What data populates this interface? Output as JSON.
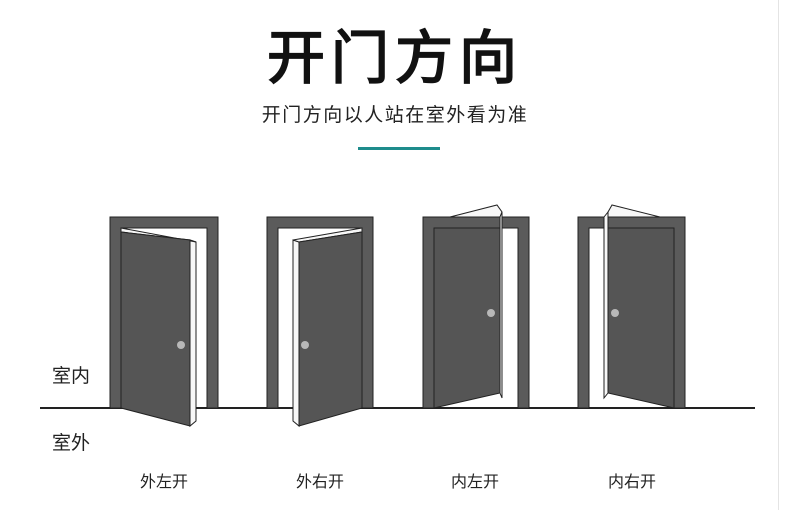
{
  "title": "开门方向",
  "subtitle": "开门方向以人站在室外看为准",
  "labels": {
    "inside": "室内",
    "outside": "室外"
  },
  "doors": [
    {
      "caption": "外左开",
      "swing": "outward",
      "hinge": "left"
    },
    {
      "caption": "外右开",
      "swing": "outward",
      "hinge": "right"
    },
    {
      "caption": "内左开",
      "swing": "inward",
      "hinge": "left"
    },
    {
      "caption": "内右开",
      "swing": "inward",
      "hinge": "right"
    }
  ],
  "colors": {
    "accent": "#1e8c8c",
    "frame": "#5b5b5b",
    "door_panel": "#555555",
    "handle": "#b8b8b8",
    "line": "#222222"
  }
}
